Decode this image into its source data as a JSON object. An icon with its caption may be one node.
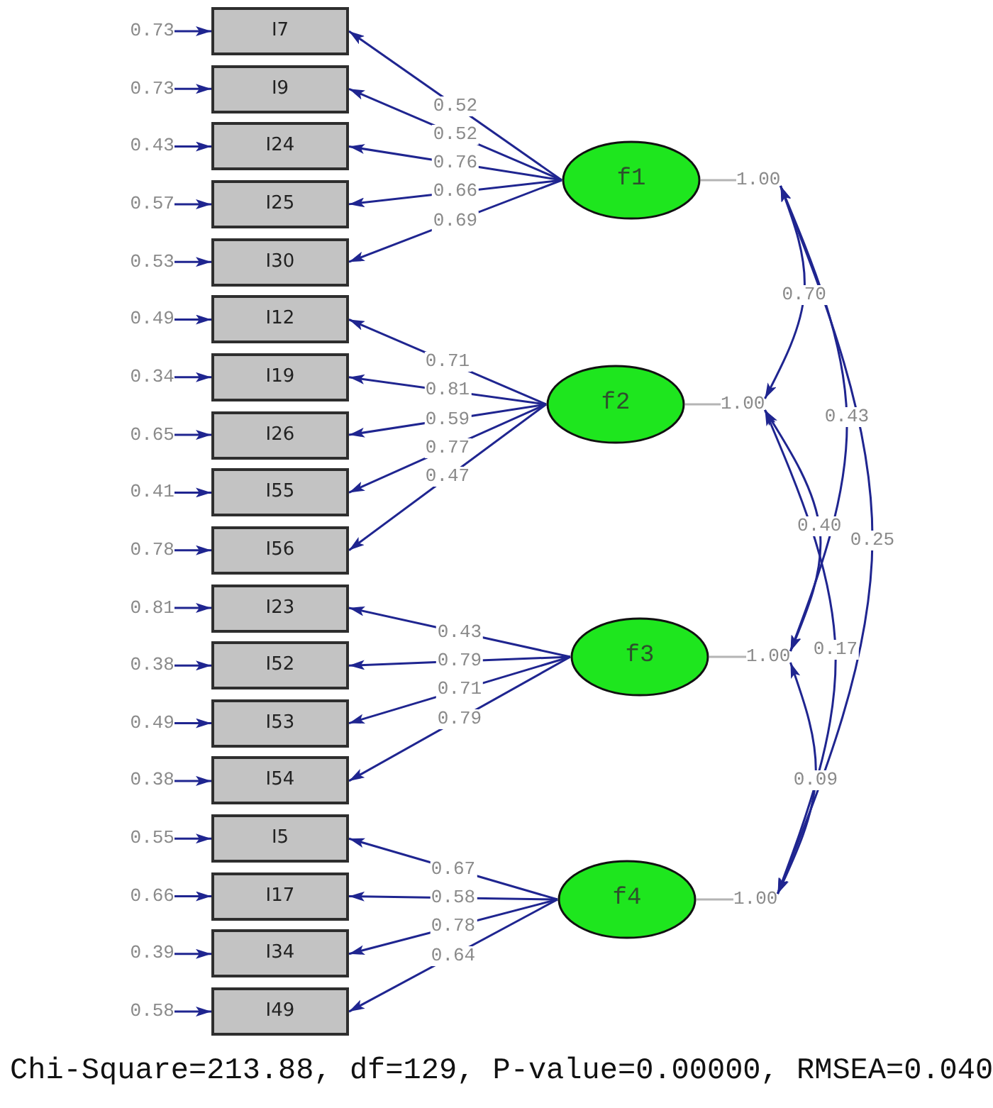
{
  "diagram": {
    "caption": "Chi-Square=213.88, df=129, P-value=0.00000, RMSEA=0.040",
    "nodes": [
      {
        "text": [
          "0.73"
        ]
      },
      {
        "text": [
          "I7"
        ]
      },
      {
        "text": [
          "0.73"
        ]
      },
      {
        "text": [
          "I9"
        ]
      },
      {
        "text": [
          "0.43"
        ]
      },
      {
        "text": [
          "I24"
        ]
      },
      {
        "text": [
          "0.57"
        ]
      },
      {
        "text": [
          "I25"
        ]
      },
      {
        "text": [
          "0.53"
        ]
      },
      {
        "text": [
          "I30"
        ]
      },
      {
        "text": [
          "0.49"
        ]
      },
      {
        "text": [
          "I12"
        ]
      },
      {
        "text": [
          "0.34"
        ]
      },
      {
        "text": [
          "I19"
        ]
      },
      {
        "text": [
          "0.65"
        ]
      },
      {
        "text": [
          "I26"
        ]
      },
      {
        "text": [
          "0.41"
        ]
      },
      {
        "text": [
          "I55"
        ]
      },
      {
        "text": [
          "0.78"
        ]
      },
      {
        "text": [
          "I56"
        ]
      },
      {
        "text": [
          "0.81"
        ]
      },
      {
        "text": [
          "I23"
        ]
      },
      {
        "text": [
          "0.38"
        ]
      },
      {
        "text": [
          "I52"
        ]
      },
      {
        "text": [
          "0.49"
        ]
      },
      {
        "text": [
          "I53"
        ]
      },
      {
        "text": [
          "0.38"
        ]
      },
      {
        "text": [
          "I54"
        ]
      },
      {
        "text": [
          "0.55"
        ]
      },
      {
        "text": [
          "I5"
        ]
      },
      {
        "text": [
          "0.66"
        ]
      },
      {
        "text": [
          "I17"
        ]
      },
      {
        "text": [
          "0.39"
        ]
      },
      {
        "text": [
          "I34"
        ]
      },
      {
        "text": [
          "0.58"
        ]
      },
      {
        "text": [
          "I49"
        ]
      },
      {
        "text": [
          "f1"
        ]
      },
      {
        "text": [
          "1.00"
        ]
      },
      {
        "text": [
          "f2"
        ]
      },
      {
        "text": [
          "1.00"
        ]
      },
      {
        "text": [
          "f3"
        ]
      },
      {
        "text": [
          "1.00"
        ]
      },
      {
        "text": [
          "f4"
        ]
      },
      {
        "text": [
          "1.00"
        ]
      }
    ],
    "edges": [
      {
        "from": 0,
        "to": 1,
        "arrow": "to"
      },
      {
        "from": 2,
        "to": 3,
        "arrow": "to"
      },
      {
        "from": 4,
        "to": 5,
        "arrow": "to"
      },
      {
        "from": 6,
        "to": 7,
        "arrow": "to"
      },
      {
        "from": 8,
        "to": 9,
        "arrow": "to"
      },
      {
        "from": 10,
        "to": 11,
        "arrow": "to"
      },
      {
        "from": 12,
        "to": 13,
        "arrow": "to"
      },
      {
        "from": 14,
        "to": 15,
        "arrow": "to"
      },
      {
        "from": 16,
        "to": 17,
        "arrow": "to"
      },
      {
        "from": 18,
        "to": 19,
        "arrow": "to"
      },
      {
        "from": 20,
        "to": 21,
        "arrow": "to"
      },
      {
        "from": 22,
        "to": 23,
        "arrow": "to"
      },
      {
        "from": 24,
        "to": 25,
        "arrow": "to"
      },
      {
        "from": 26,
        "to": 27,
        "arrow": "to"
      },
      {
        "from": 28,
        "to": 29,
        "arrow": "to"
      },
      {
        "from": 30,
        "to": 31,
        "arrow": "to"
      },
      {
        "from": 32,
        "to": 33,
        "arrow": "to"
      },
      {
        "from": 34,
        "to": 35,
        "arrow": "to"
      },
      {
        "from": 36,
        "to": 1,
        "arrow": "to",
        "label": "0.52"
      },
      {
        "from": 36,
        "to": 3,
        "arrow": "to",
        "label": "0.52"
      },
      {
        "from": 36,
        "to": 5,
        "arrow": "to",
        "label": "0.76"
      },
      {
        "from": 36,
        "to": 7,
        "arrow": "to",
        "label": "0.66"
      },
      {
        "from": 36,
        "to": 9,
        "arrow": "to",
        "label": "0.69"
      },
      {
        "from": 38,
        "to": 11,
        "arrow": "to",
        "label": "0.71"
      },
      {
        "from": 38,
        "to": 13,
        "arrow": "to",
        "label": "0.81"
      },
      {
        "from": 38,
        "to": 15,
        "arrow": "to",
        "label": "0.59"
      },
      {
        "from": 38,
        "to": 17,
        "arrow": "to",
        "label": "0.77"
      },
      {
        "from": 38,
        "to": 19,
        "arrow": "to",
        "label": "0.47"
      },
      {
        "from": 40,
        "to": 21,
        "arrow": "to",
        "label": "0.43"
      },
      {
        "from": 40,
        "to": 23,
        "arrow": "to",
        "label": "0.79"
      },
      {
        "from": 40,
        "to": 25,
        "arrow": "to",
        "label": "0.71"
      },
      {
        "from": 40,
        "to": 27,
        "arrow": "to",
        "label": "0.79"
      },
      {
        "from": 42,
        "to": 29,
        "arrow": "to",
        "label": "0.67"
      },
      {
        "from": 42,
        "to": 31,
        "arrow": "to",
        "label": "0.58"
      },
      {
        "from": 42,
        "to": 33,
        "arrow": "to",
        "label": "0.78"
      },
      {
        "from": 42,
        "to": 35,
        "arrow": "to",
        "label": "0.64"
      },
      {
        "from": 36,
        "to": 37,
        "arrow": "none",
        "color": "#b4b4b4"
      },
      {
        "from": 38,
        "to": 39,
        "arrow": "none",
        "color": "#b4b4b4"
      },
      {
        "from": 40,
        "to": 41,
        "arrow": "none",
        "color": "#b4b4b4"
      },
      {
        "from": 42,
        "to": 43,
        "arrow": "none",
        "color": "#b4b4b4"
      },
      {
        "from": 37,
        "to": 39,
        "arrow": "both",
        "label": "0.70"
      },
      {
        "from": 37,
        "to": 41,
        "arrow": "both",
        "label": "0.43"
      },
      {
        "from": 37,
        "to": 43,
        "arrow": "both",
        "label": "0.25"
      },
      {
        "from": 39,
        "to": 41,
        "arrow": "both",
        "label": "0.40"
      },
      {
        "from": 39,
        "to": 43,
        "arrow": "both",
        "label": "0.17"
      },
      {
        "from": 41,
        "to": 43,
        "arrow": "both",
        "label": "0.09"
      }
    ]
  }
}
